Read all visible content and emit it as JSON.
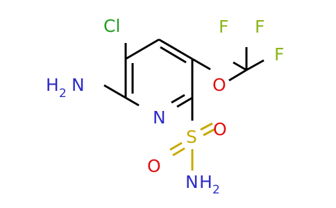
{
  "molecule": {
    "atoms": {
      "cl": "Cl",
      "n_ring": "N",
      "nh2_amino": {
        "symbol": "N",
        "h": "H",
        "count": "2"
      },
      "o_ether": "O",
      "f1": "F",
      "f2": "F",
      "f3": "F",
      "s": "S",
      "o_sulfonyl_1": "O",
      "o_sulfonyl_2": "O",
      "nh2_sulfonamide": {
        "symbol": "N",
        "h": "H",
        "count": "2"
      }
    },
    "colors": {
      "carbon_bond": "#000000",
      "chlorine": "#1f9e1f",
      "nitrogen": "#2c2cc8",
      "oxygen": "#e01010",
      "fluorine": "#8ab51a",
      "sulfur": "#c8a800"
    }
  }
}
